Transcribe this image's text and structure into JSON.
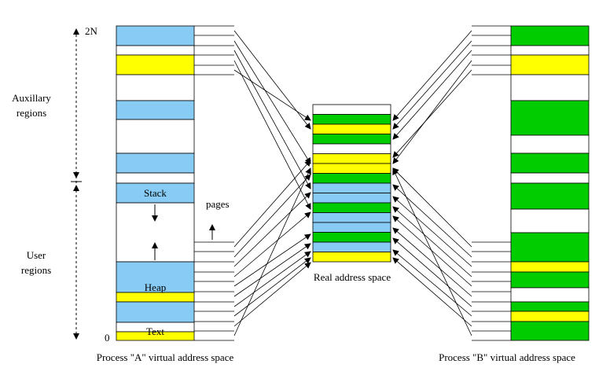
{
  "labels": {
    "top_address": "2N",
    "bottom_address": "0",
    "auxiliary_regions": "Auxillary\nregions",
    "user_regions": "User\nregions",
    "stack": "Stack",
    "heap": "Heap",
    "text": "Text",
    "pages": "pages",
    "real_address_space": "Real address space",
    "process_a_caption": "Process \"A\" virtual address space",
    "process_b_caption": "Process \"B\" virtual address space"
  },
  "colors": {
    "process_a": "#88ccf5",
    "process_b": "#00cc00",
    "shared": "#ffff00",
    "empty": "#ffffff",
    "line": "#000000"
  },
  "process_a_blocks": [
    "process_a",
    "empty",
    "shared",
    "empty",
    "process_a",
    "empty",
    "process_a",
    "empty",
    "process_a",
    "empty",
    "process_a",
    "shared",
    "process_a",
    "empty",
    "shared",
    "process_a"
  ],
  "real_address_frames": [
    "empty",
    "process_b",
    "shared",
    "process_b",
    "empty",
    "shared",
    "shared",
    "process_b",
    "process_a",
    "process_a",
    "process_b",
    "process_a",
    "process_a",
    "process_b",
    "process_a",
    "shared"
  ],
  "process_b_blocks": [
    "process_b",
    "empty",
    "shared",
    "empty",
    "process_b",
    "empty",
    "process_b",
    "empty",
    "process_b",
    "empty",
    "process_b",
    "shared",
    "process_b",
    "empty",
    "process_b",
    "shared",
    "process_b"
  ]
}
